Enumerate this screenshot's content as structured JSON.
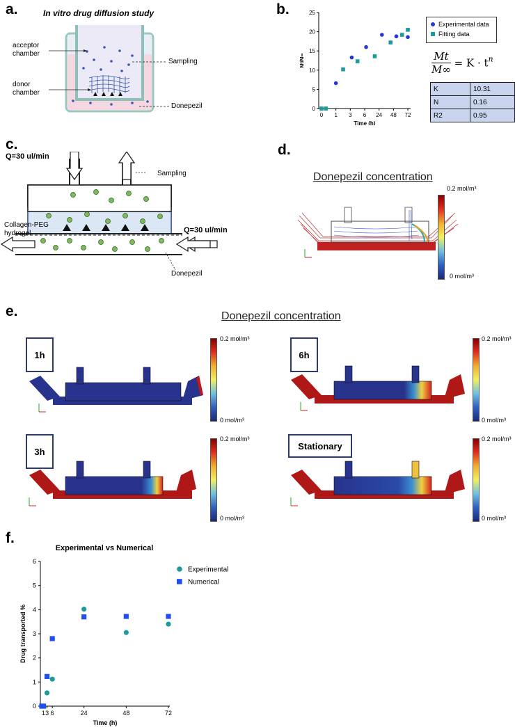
{
  "panel_labels": {
    "a": "a.",
    "b": "b.",
    "c": "c.",
    "d": "d.",
    "e": "e.",
    "f": "f."
  },
  "panel_a": {
    "title": "In vitro drug diffusion study",
    "acceptor": "acceptor chamber",
    "donor": "donor chamber",
    "sampling": "Sampling",
    "drug": "Donepezil"
  },
  "panel_b": {
    "legend": [
      "Experimental data",
      "Fitting data"
    ],
    "equation_lhs_num": "Mt",
    "equation_lhs_den": "M∞",
    "equation_rhs": "= K · t",
    "equation_exp": "n",
    "table": [
      [
        "K",
        "10.31"
      ],
      [
        "N",
        "0.16"
      ],
      [
        "R2",
        "0.95"
      ]
    ],
    "colors": {
      "experimental": "#2436d6",
      "fitting": "#1b9c9c"
    }
  },
  "panel_c": {
    "flow_top": "Q=30 ul/min",
    "flow_bottom": "Q=30 ul/min",
    "sampling": "Sampling",
    "hydrogel": "Collagen-PEG hydrogel",
    "drug": "Donepezil"
  },
  "panel_d": {
    "title": "Donepezil concentration",
    "scale_max": "0.2 mol/m³",
    "scale_min": "0 mol/m³"
  },
  "panel_e": {
    "title": "Donepezil concentration",
    "frames": [
      {
        "label": "1h"
      },
      {
        "label": "6h"
      },
      {
        "label": "3h"
      },
      {
        "label": "Stationary"
      }
    ],
    "scale_max": "0.2 mol/m³",
    "scale_min": "0 mol/m³"
  },
  "chart_data": [
    {
      "type": "scatter",
      "title": "",
      "xlabel": "Time (h)",
      "ylabel": "Mt/M∞",
      "x_ticks": [
        "0",
        "1",
        "3",
        "6",
        "24",
        "48",
        "72"
      ],
      "y_ticks": [
        "0",
        "5",
        "10",
        "15",
        "20",
        "25"
      ],
      "ylim": [
        0,
        25
      ],
      "series": [
        {
          "name": "Experimental data",
          "x_pos": [
            0.0,
            0.3,
            1.0,
            2.1,
            3.1,
            4.2,
            5.2,
            6.0
          ],
          "y": [
            0,
            0,
            6.6,
            13.3,
            16,
            19.2,
            18.8,
            18.6
          ]
        },
        {
          "name": "Fitting data",
          "x_pos": [
            0.0,
            0.3,
            1.5,
            2.5,
            3.7,
            4.8,
            5.6,
            6.0
          ],
          "y": [
            0,
            0,
            10.2,
            12.3,
            13.6,
            17.2,
            19.2,
            20.5
          ]
        }
      ]
    },
    {
      "type": "scatter",
      "title": "Experimental vs Numerical",
      "xlabel": "Time (h)",
      "ylabel": "Drug transported %",
      "x_ticks": [
        "1",
        "3",
        "6",
        "24",
        "48",
        "72"
      ],
      "y_ticks": [
        "0",
        "1",
        "2",
        "3",
        "4",
        "5",
        "6"
      ],
      "xlim": [
        0,
        72
      ],
      "ylim": [
        0,
        6
      ],
      "series": [
        {
          "name": "Experimental",
          "x": [
            0,
            1,
            3,
            6,
            24,
            48,
            72
          ],
          "y": [
            0,
            0,
            0.55,
            1.12,
            4.02,
            3.05,
            3.4
          ]
        },
        {
          "name": "Numerical",
          "x": [
            0,
            1,
            3,
            6,
            24,
            48,
            72
          ],
          "y": [
            0,
            0,
            1.23,
            2.8,
            3.7,
            3.72,
            3.72
          ]
        }
      ]
    }
  ]
}
